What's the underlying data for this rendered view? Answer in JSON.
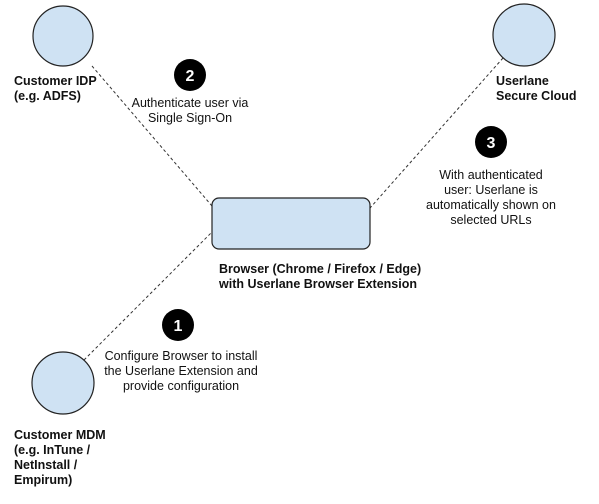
{
  "nodes": {
    "customer_idp": {
      "label_lines": [
        "Customer IDP",
        "(e.g. ADFS)"
      ]
    },
    "userlane_cloud": {
      "label_lines": [
        "Userlane",
        "Secure Cloud"
      ]
    },
    "browser": {
      "label_lines": [
        "Browser (Chrome / Firefox / Edge)",
        "with Userlane Browser Extension"
      ]
    },
    "customer_mdm": {
      "label_lines": [
        "Customer MDM",
        "(e.g. InTune /",
        "NetInstall /",
        "Empirum)"
      ]
    }
  },
  "steps": [
    {
      "number": "1",
      "text_lines": [
        "Configure Browser to install",
        "the Userlane Extension and",
        "provide configuration"
      ]
    },
    {
      "number": "2",
      "text_lines": [
        "Authenticate user via",
        "Single Sign-On"
      ]
    },
    {
      "number": "3",
      "text_lines": [
        "With authenticated",
        "user: Userlane is",
        "automatically shown on",
        "selected URLs"
      ]
    }
  ],
  "colors": {
    "node_fill": "#cfe2f3",
    "node_stroke": "#222222",
    "badge_fill": "#000000",
    "badge_text": "#ffffff",
    "connector": "#333333"
  }
}
